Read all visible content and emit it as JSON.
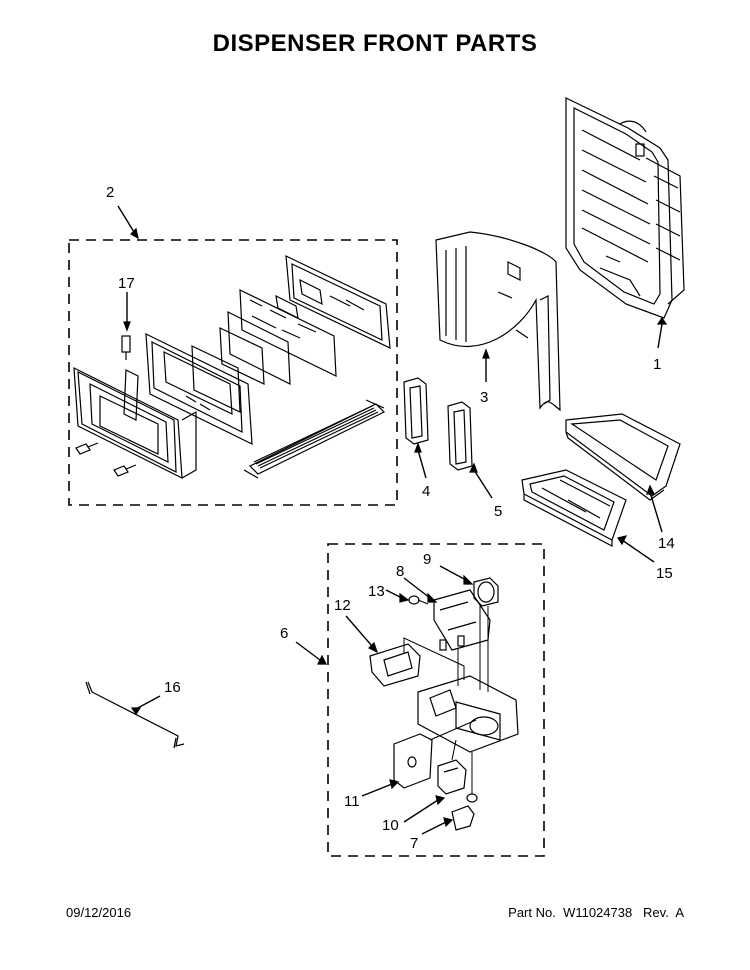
{
  "title": "DISPENSER FRONT PARTS",
  "footer": {
    "date": "09/12/2016",
    "part_no": "Part No.  W11024738   Rev.  A"
  },
  "callouts": [
    {
      "id": "1",
      "label": "1"
    },
    {
      "id": "2",
      "label": "2"
    },
    {
      "id": "3",
      "label": "3"
    },
    {
      "id": "4",
      "label": "4"
    },
    {
      "id": "5",
      "label": "5"
    },
    {
      "id": "6",
      "label": "6"
    },
    {
      "id": "7",
      "label": "7"
    },
    {
      "id": "8",
      "label": "8"
    },
    {
      "id": "9",
      "label": "9"
    },
    {
      "id": "10",
      "label": "10"
    },
    {
      "id": "11",
      "label": "11"
    },
    {
      "id": "12",
      "label": "12"
    },
    {
      "id": "13",
      "label": "13"
    },
    {
      "id": "14",
      "label": "14"
    },
    {
      "id": "15",
      "label": "15"
    },
    {
      "id": "16",
      "label": "16"
    },
    {
      "id": "17",
      "label": "17"
    }
  ]
}
